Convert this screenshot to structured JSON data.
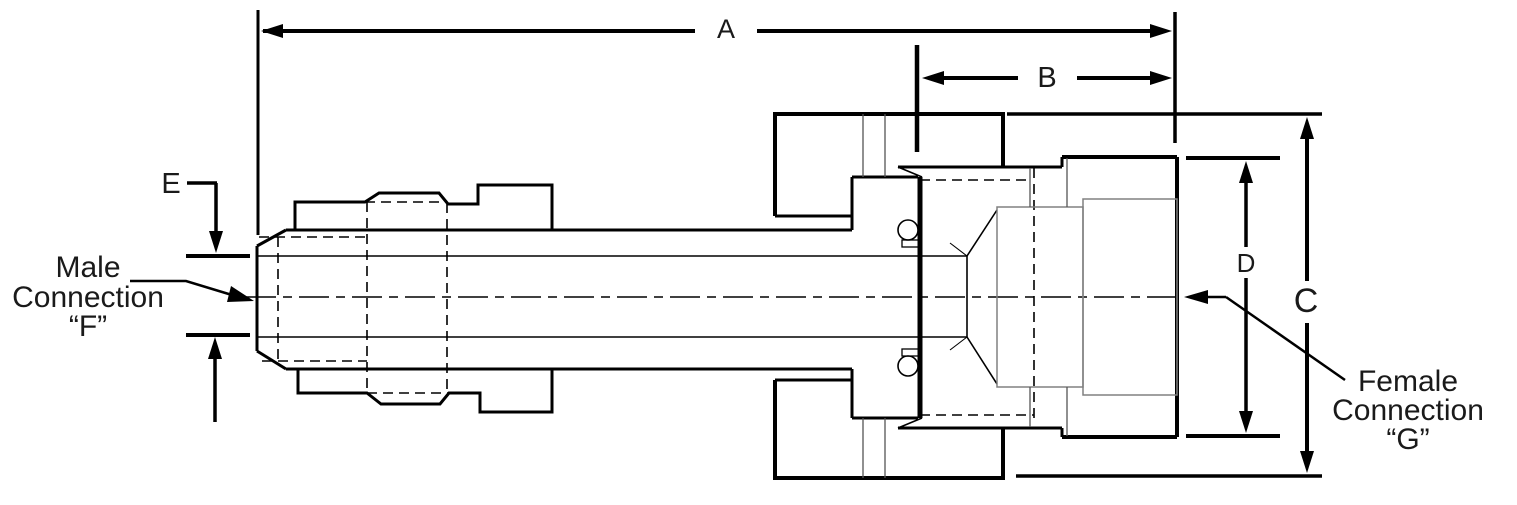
{
  "drawing": {
    "background": "#ffffff",
    "line_color": "#000000",
    "detail_line_color": "#808080",
    "dimension_labels": {
      "a": "A",
      "b": "B",
      "c": "C",
      "d": "D",
      "e": "E"
    },
    "male_connection": {
      "line1": "Male",
      "line2": "Connection",
      "line3": "“F”"
    },
    "female_connection": {
      "line1": "Female",
      "line2": "Connection",
      "line3": "“G”"
    }
  }
}
